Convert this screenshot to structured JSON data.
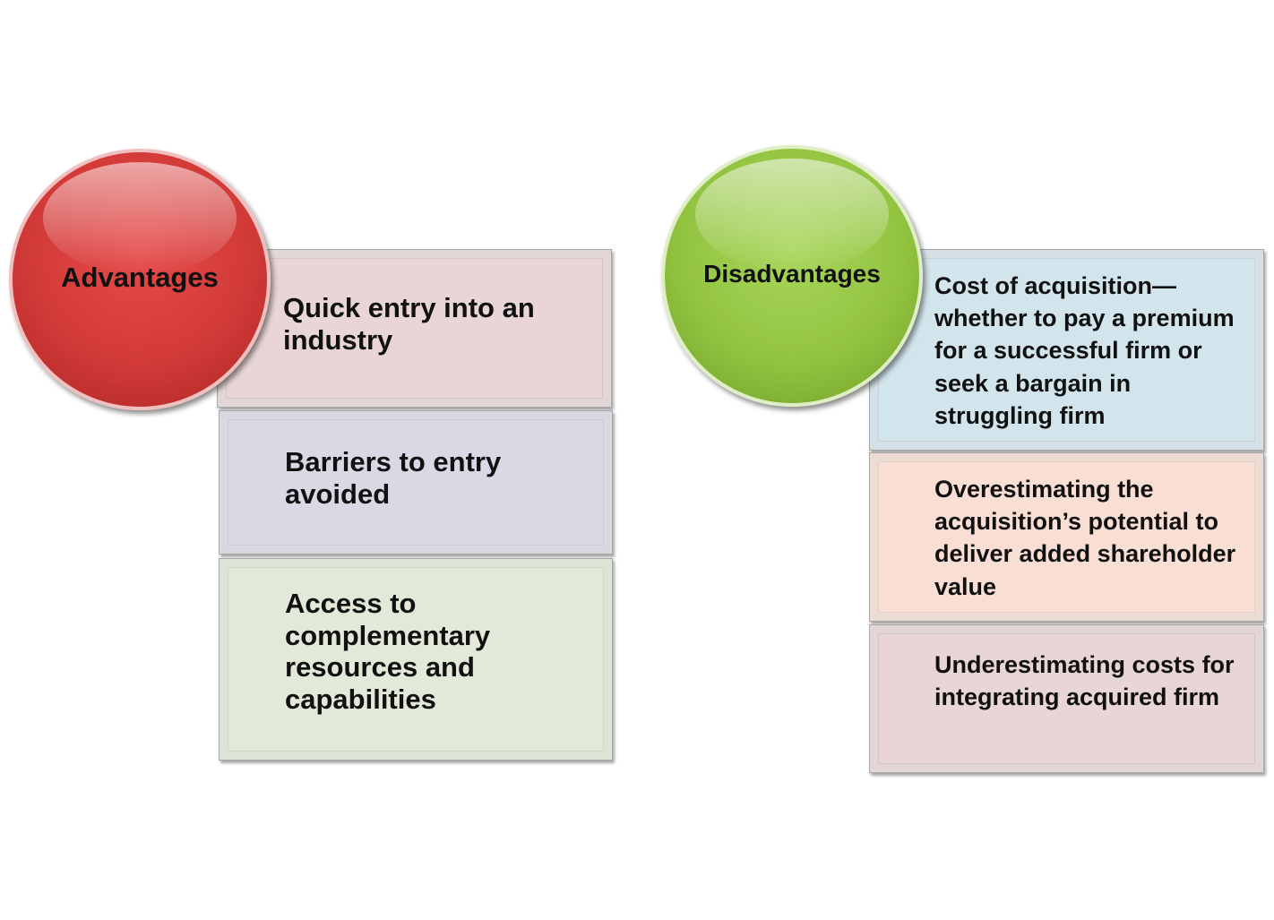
{
  "advantages": {
    "label": "Advantages",
    "color": "#d23a38",
    "items": [
      {
        "text": "Quick entry into an industry",
        "color": "#e9d5d5"
      },
      {
        "text": "Barriers to entry avoided",
        "color": "#dbd8e6"
      },
      {
        "text": "Access to complementary resources and capabilities",
        "color": "#e2e9d8"
      }
    ]
  },
  "disadvantages": {
    "label": "Disadvantages",
    "color": "#93c441",
    "items": [
      {
        "text": "Cost of acquisition—whether to pay a premium for a successful firm or seek a bargain in struggling firm",
        "color": "#d3e5ec"
      },
      {
        "text": "Overestimating the acquisition’s potential to deliver added shareholder value",
        "color": "#f9dfd3"
      },
      {
        "text": "Underestimating costs for integrating acquired firm",
        "color": "#e9d5d5"
      }
    ]
  }
}
